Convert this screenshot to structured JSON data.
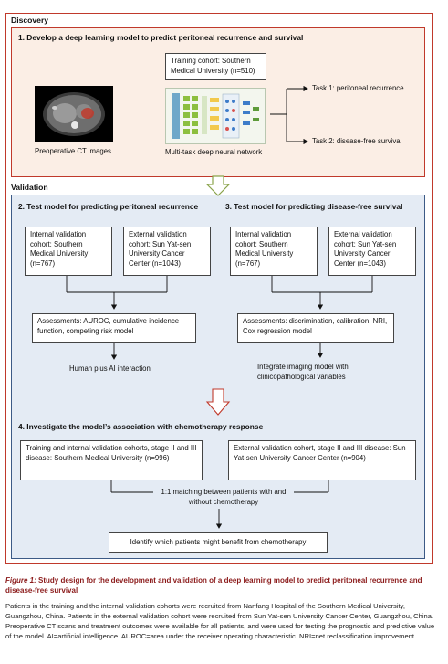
{
  "discovery": {
    "title": "Discovery",
    "step1_title": "1. Develop a deep learning model to predict peritoneal recurrence and survival",
    "training_cohort": "Training cohort: Southern Medical University (n=510)",
    "ct_label": "Preoperative CT images",
    "network_label": "Multi-task deep neural network",
    "task1": "Task 1: peritoneal recurrence",
    "task2": "Task 2: disease-free survival"
  },
  "validation": {
    "title": "Validation",
    "step2_title": "2. Test model for predicting peritoneal recurrence",
    "step3_title": "3. Test model for predicting disease-free survival",
    "step2": {
      "internal": "Internal validation cohort: Southern Medical University (n=767)",
      "external": "External validation cohort: Sun Yat-sen University Cancer Center (n=1043)",
      "assessments": "Assessments: AUROC, cumulative incidence function, competing risk model",
      "outcome": "Human plus AI interaction"
    },
    "step3": {
      "internal": "Internal validation cohort: Southern Medical University (n=767)",
      "external": "External validation cohort: Sun Yat-sen University Cancer Center (n=1043)",
      "assessments": "Assessments: discrimination, calibration, NRI, Cox regression model",
      "outcome": "Integrate imaging model with clinicopathological variables"
    },
    "step4_title": "4. Investigate the model’s association with chemotherapy response",
    "step4": {
      "left_box": "Training and internal validation cohorts, stage II and III disease: Southern Medical University (n=996)",
      "right_box": "External validation cohort, stage II and III disease: Sun Yat-sen University Cancer Center (n=904)",
      "matching": "1:1 matching between patients with and without chemotherapy",
      "identify": "Identify which patients might benefit from chemotherapy"
    }
  },
  "caption": {
    "figure_label": "Figure 1:",
    "title": "Study design for the development and validation of a deep learning model to predict peritoneal recurrence and disease-free survival",
    "body": "Patients in the training and the internal validation cohorts were recruited from Nanfang Hospital of the Southern Medical University, Guangzhou, China. Patients in the external validation cohort were recruited from Sun Yat-sen University Cancer Center, Guangzhou, China. Preoperative CT scans and treatment outcomes were available for all patients, and were used for testing the prognostic and predictive value of the model. AI=artificial intelligence. AUROC=area under the receiver operating characteristic. NRI=net reclassification improvement."
  },
  "colors": {
    "discovery_fill": "#fbeee5",
    "discovery_border": "#c0392b",
    "validation_fill": "#e4ebf4",
    "validation_border": "#3c5a86",
    "arrow_fill": "#ffffff",
    "arrow_stroke": "#8aa34a",
    "caption_title": "#8b1a1a"
  }
}
